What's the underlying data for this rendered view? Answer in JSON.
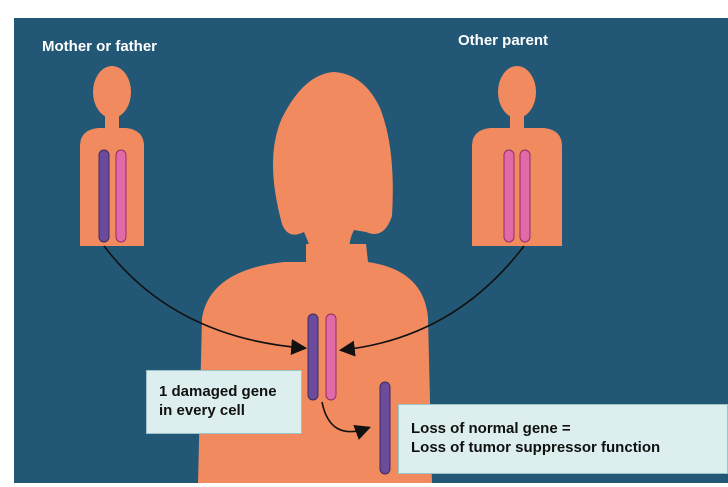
{
  "labels": {
    "parent_left": "Mother or father",
    "parent_right": "Other parent",
    "damaged_gene_line1": "1 damaged gene",
    "damaged_gene_line2": "in every cell",
    "loss_line1": "Loss of normal gene =",
    "loss_line2": "Loss of tumor suppressor function"
  },
  "colors": {
    "background": "#235776",
    "figure": "#f28a60",
    "damaged_chromosome": "#6b4c9c",
    "normal_chromosome": "#e06aa8",
    "label_box": "#dcefee"
  }
}
